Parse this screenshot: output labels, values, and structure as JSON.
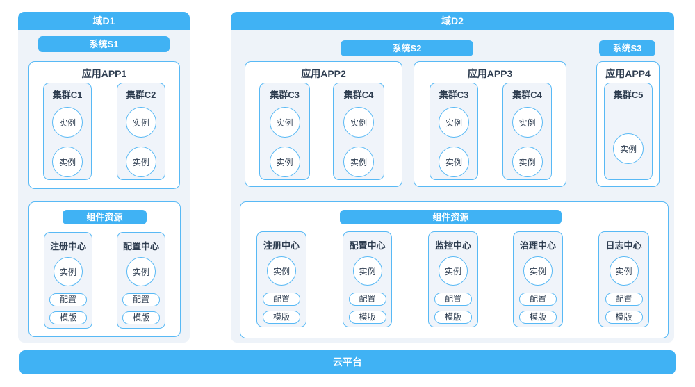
{
  "colors": {
    "accent": "#40B2F4",
    "border": "#58B9F5",
    "domain_bg": "#EEF3F9",
    "card_bg": "#F0F4FA",
    "header_text": "#FFFFFF",
    "text": "#2E3D50"
  },
  "platform": {
    "label": "云平台"
  },
  "d1": {
    "title": "域D1",
    "system_label": "系统S1",
    "app": {
      "title": "应用APP1",
      "clusters": [
        {
          "title": "集群C1",
          "instances": [
            "实例",
            "实例"
          ]
        },
        {
          "title": "集群C2",
          "instances": [
            "实例",
            "实例"
          ]
        }
      ]
    },
    "components": {
      "title": "组件资源",
      "centers": [
        {
          "title": "注册中心",
          "instance": "实例",
          "tags": [
            "配置",
            "模版"
          ]
        },
        {
          "title": "配置中心",
          "instance": "实例",
          "tags": [
            "配置",
            "模版"
          ]
        }
      ]
    }
  },
  "d2": {
    "title": "域D2",
    "systems": [
      {
        "label": "系统S2"
      },
      {
        "label": "系统S3"
      }
    ],
    "apps": [
      {
        "title": "应用APP2",
        "clusters": [
          {
            "title": "集群C3",
            "instances": [
              "实例",
              "实例"
            ]
          },
          {
            "title": "集群C4",
            "instances": [
              "实例",
              "实例"
            ]
          }
        ]
      },
      {
        "title": "应用APP3",
        "clusters": [
          {
            "title": "集群C3",
            "instances": [
              "实例",
              "实例"
            ]
          },
          {
            "title": "集群C4",
            "instances": [
              "实例",
              "实例"
            ]
          }
        ]
      },
      {
        "title": "应用APP4",
        "clusters": [
          {
            "title": "集群C5",
            "instances": [
              "实例"
            ]
          }
        ]
      }
    ],
    "components": {
      "title": "组件资源",
      "centers": [
        {
          "title": "注册中心",
          "instance": "实例",
          "tags": [
            "配置",
            "模版"
          ]
        },
        {
          "title": "配置中心",
          "instance": "实例",
          "tags": [
            "配置",
            "模版"
          ]
        },
        {
          "title": "监控中心",
          "instance": "实例",
          "tags": [
            "配置",
            "模版"
          ]
        },
        {
          "title": "治理中心",
          "instance": "实例",
          "tags": [
            "配置",
            "模版"
          ]
        },
        {
          "title": "日志中心",
          "instance": "实例",
          "tags": [
            "配置",
            "模版"
          ]
        }
      ]
    }
  }
}
